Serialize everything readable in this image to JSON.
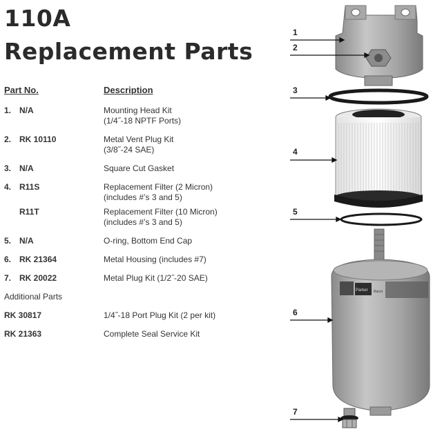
{
  "title": {
    "line1": "110A",
    "line2": "Replacement Parts"
  },
  "table": {
    "col_part": "Part No.",
    "col_desc": "Description",
    "rows": [
      {
        "num": "1.",
        "part": "N/A",
        "desc1": "Mounting Head Kit",
        "desc2": "(1/4˝-18 NPTF Ports)"
      },
      {
        "num": "2.",
        "part": "RK 10110",
        "desc1": "Metal Vent Plug Kit",
        "desc2": "(3/8˝-24 SAE)"
      },
      {
        "num": "3.",
        "part": "N/A",
        "desc1": "Square Cut Gasket",
        "desc2": ""
      },
      {
        "num": "4.",
        "part": "R11S",
        "desc1": "Replacement Filter (2 Micron)",
        "desc2": "(includes #’s 3 and 5)"
      },
      {
        "num": "",
        "part": "R11T",
        "desc1": "Replacement Filter (10 Micron)",
        "desc2": "(includes #’s 3 and 5)"
      },
      {
        "num": "5.",
        "part": "N/A",
        "desc1": "O-ring, Bottom End Cap",
        "desc2": ""
      },
      {
        "num": "6.",
        "part": "RK 21364",
        "desc1": "Metal Housing (includes #7)",
        "desc2": ""
      },
      {
        "num": "7.",
        "part": "RK 20022",
        "desc1": "Metal Plug Kit (1/2˝-20 SAE)",
        "desc2": ""
      }
    ],
    "additional_heading": "Additional Parts",
    "additional": [
      {
        "part": "RK 30817",
        "desc": "1/4˝-18 Port Plug Kit (2 per kit)"
      },
      {
        "part": "RK 21363",
        "desc": "Complete Seal Service Kit"
      }
    ]
  },
  "diagram": {
    "callouts": [
      "1",
      "2",
      "3",
      "4",
      "5",
      "6",
      "7"
    ],
    "label_brand": "Parker",
    "label_sub": "Racor",
    "colors": {
      "metal": "#9a9a9a",
      "metal_light": "#c4c4c4",
      "metal_dark": "#6e6e6e",
      "ring": "#1a1a1a",
      "filter_media": "#f2f2f2"
    }
  }
}
